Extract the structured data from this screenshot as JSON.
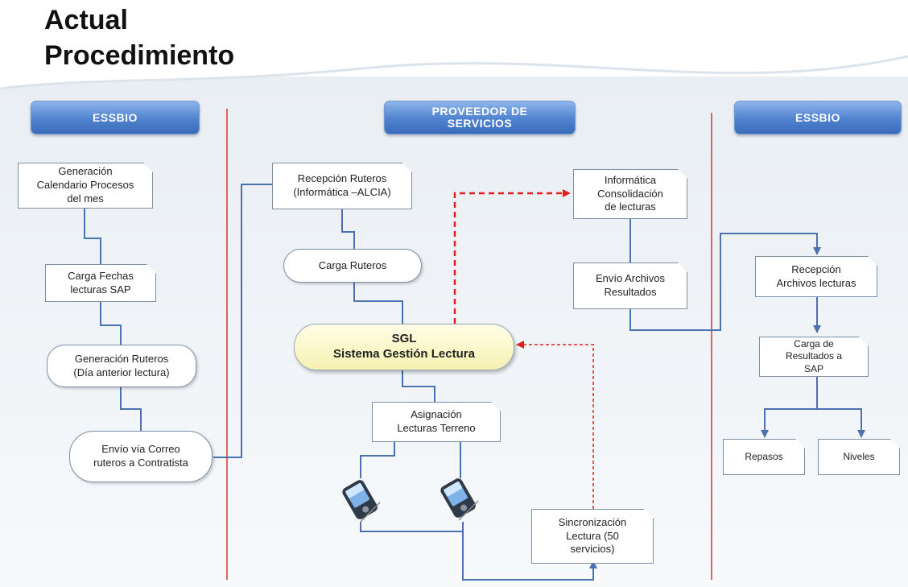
{
  "title": {
    "line1": "Actual",
    "line2": "Procedimiento"
  },
  "headers": {
    "left": "ESSBIO",
    "center": "PROVEEDOR DE\nSERVICIOS",
    "right": "ESSBIO"
  },
  "nodes": {
    "generacion_calendario": "Generación\nCalendario Procesos\ndel mes",
    "carga_fechas": "Carga Fechas\nlecturas SAP",
    "generacion_ruteros": "Generación Ruteros\n(Día anterior lectura)",
    "envio_correo": "Envío vía Correo\nruteros a Contratista",
    "recepcion_ruteros": "Recepción  Ruteros\n(Informática –ALCIA)",
    "carga_ruteros": "Carga Ruteros",
    "sgl_line1": "SGL",
    "sgl_line2": "Sistema Gestión Lectura",
    "asignacion": "Asignación\nLecturas Terreno",
    "sincronizacion": "Sincronización\nLectura (50\nservicios)",
    "informatica": "Informática\nConsolidación\nde lecturas",
    "envio_archivos": "Envío Archivos\nResultados",
    "recepcion_archivos": "Recepción\nArchivos lecturas",
    "carga_resultados": "Carga de\nResultados a\nSAP",
    "repasos": "Repasos",
    "niveles": "Niveles"
  },
  "colors": {
    "connector": "#4a72b0",
    "dashed": "#e02020",
    "divider": "#e03030",
    "header": "#4f82cf"
  },
  "icons": [
    "handheld-device-icon",
    "handheld-device-icon"
  ]
}
